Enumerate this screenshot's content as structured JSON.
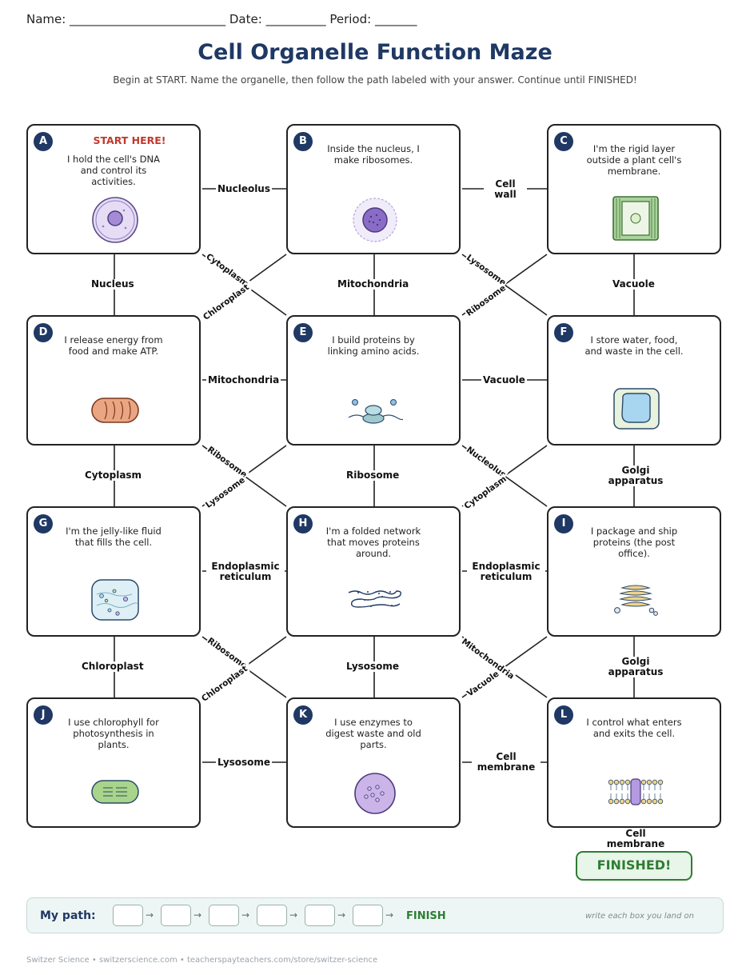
{
  "header": {
    "name_label": "Name:",
    "name_blank": "__________________________",
    "date_label": "Date:",
    "date_blank": "__________",
    "period_label": "Period:",
    "period_blank": "_______"
  },
  "title": "Cell Organelle Function Maze",
  "subtitle": "Begin at START. Name the organelle, then follow the path labeled with your answer. Continue until FINISHED!",
  "boxes": {
    "A": {
      "letter": "A",
      "start": "START HERE!",
      "clue": "I hold the cell's DNA and control its activities.",
      "icon": "nucleus-icon"
    },
    "B": {
      "letter": "B",
      "clue": "Inside the nucleus, I make ribosomes.",
      "icon": "nucleolus-icon"
    },
    "C": {
      "letter": "C",
      "clue": "I'm the rigid layer outside a plant cell's membrane.",
      "icon": "cell-wall-icon"
    },
    "D": {
      "letter": "D",
      "clue": "I release energy from food and make ATP.",
      "icon": "mitochondrion-icon"
    },
    "E": {
      "letter": "E",
      "clue": "I build proteins by linking amino acids.",
      "icon": "ribosome-icon"
    },
    "F": {
      "letter": "F",
      "clue": "I store water, food, and waste in the cell.",
      "icon": "vacuole-icon"
    },
    "G": {
      "letter": "G",
      "clue": "I'm the jelly-like fluid that fills the cell.",
      "icon": "cytoplasm-icon"
    },
    "H": {
      "letter": "H",
      "clue": "I'm a folded network that moves proteins around.",
      "icon": "endoplasmic-reticulum-icon"
    },
    "I": {
      "letter": "I",
      "clue": "I package and ship proteins (the post office).",
      "icon": "golgi-apparatus-icon"
    },
    "J": {
      "letter": "J",
      "clue": "I use chlorophyll for photosynthesis in plants.",
      "icon": "chloroplast-icon"
    },
    "K": {
      "letter": "K",
      "clue": "I use enzymes to digest waste and old parts.",
      "icon": "lysosome-icon"
    },
    "L": {
      "letter": "L",
      "clue": "I control what enters and exits the cell.",
      "icon": "cell-membrane-icon"
    }
  },
  "paths": {
    "A_B": "Nucleolus",
    "B_C": "Cell wall",
    "A_D": "Nucleus",
    "B_E": "Mitochondria",
    "C_F": "Vacuole",
    "A_E": "Cytoplasm",
    "D_B": "Chloroplast",
    "B_F": "Lysosome",
    "E_C": "Ribosome",
    "D_E": "Mitochondria",
    "E_F": "Vacuole",
    "D_G": "Cytoplasm",
    "E_H": "Ribosome",
    "F_I": "Golgi apparatus",
    "D_H": "Ribosome",
    "G_E": "Lysosome",
    "E_I": "Nucleolus",
    "H_F": "Cytoplasm",
    "G_H": "Endoplasmic reticulum",
    "H_I": "Endoplasmic reticulum",
    "G_J": "Chloroplast",
    "H_K": "Lysosome",
    "I_L": "Golgi apparatus",
    "G_K": "Ribosome",
    "J_H": "Chloroplast",
    "H_L": "Mitochondria",
    "K_I": "Vacuole",
    "J_K": "Lysosome",
    "K_L": "Cell membrane",
    "L_finish": "Cell membrane"
  },
  "finished": "FINISHED!",
  "my_path": {
    "label": "My path:",
    "arrow": "→",
    "finish": "FINISH",
    "hint": "write each box you land on"
  },
  "footer": "Switzer Science • switzerscience.com • teacherspayteachers.com/store/switzer-science"
}
